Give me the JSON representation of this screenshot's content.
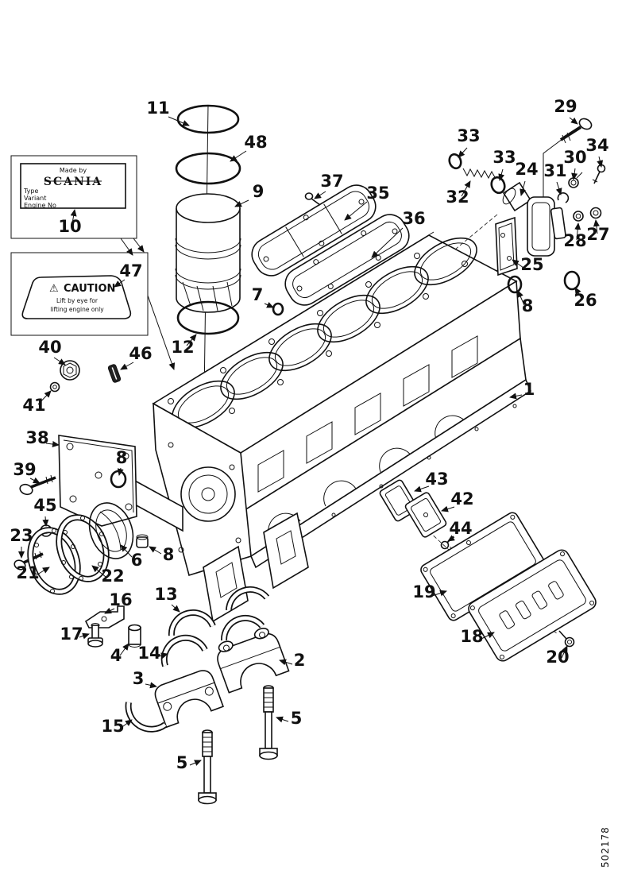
{
  "figure": {
    "part_labels": [
      "11",
      "48",
      "9",
      "37",
      "35",
      "36",
      "33",
      "33",
      "32",
      "24",
      "29",
      "30",
      "34",
      "31",
      "28",
      "27",
      "25",
      "26",
      "8",
      "10",
      "47",
      "7",
      "12",
      "40",
      "46",
      "41",
      "1",
      "38",
      "8",
      "39",
      "45",
      "23",
      "21",
      "22",
      "6",
      "8",
      "16",
      "17",
      "4",
      "14",
      "13",
      "3",
      "15",
      "2",
      "5",
      "5",
      "43",
      "42",
      "44",
      "19",
      "18",
      "20"
    ],
    "name_plate": {
      "made_by": "Made by",
      "brand": "SCANIA",
      "field_type": "Type",
      "field_variant": "Variant",
      "field_engine_no": "Engine No"
    },
    "caution_plate": {
      "warning_symbol": "⚠",
      "heading": "CAUTION",
      "line1": "Lift by eye for",
      "line2": "lifting engine only"
    },
    "figure_number": "502178"
  }
}
